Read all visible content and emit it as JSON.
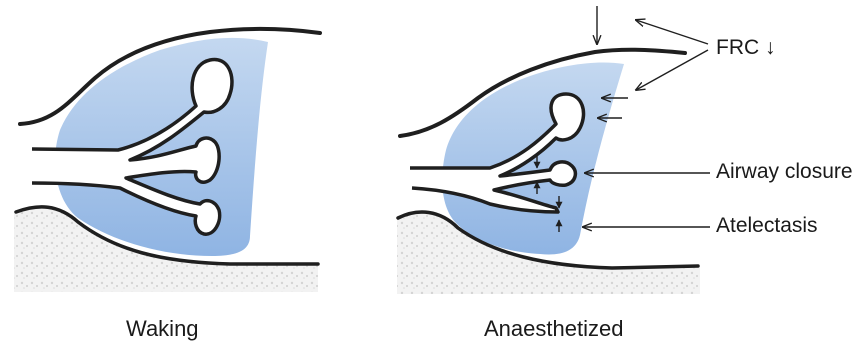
{
  "panels": [
    {
      "caption": "Waking"
    },
    {
      "caption": "Anaesthetized"
    }
  ],
  "callouts": {
    "frc": "FRC ↓",
    "airway_closure": "Airway closure",
    "atelectasis": "Atelectasis"
  },
  "colors": {
    "lung_fill_top": "#bcd3ee",
    "lung_fill_bottom": "#8eb3e2",
    "outline": "#1f1f1f",
    "airway_fill": "#ffffff",
    "tissue_texture": "#e2e2e2"
  }
}
